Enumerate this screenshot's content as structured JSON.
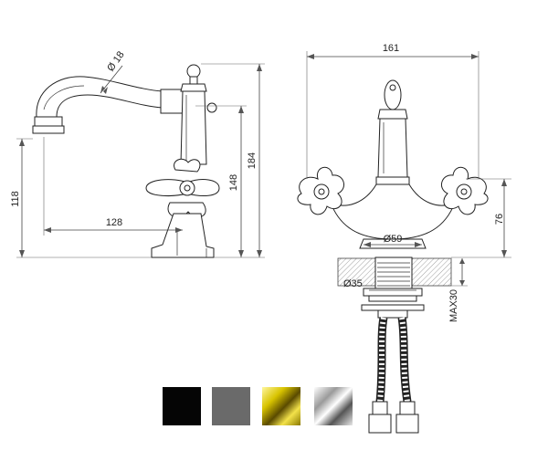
{
  "dimensions": {
    "side_view": {
      "spout_diameter": "Ø 18",
      "spout_height": "118",
      "spout_reach": "128",
      "handle_height": "148",
      "total_height": "184"
    },
    "front_view": {
      "total_width": "161",
      "base_diameter": "Ø59",
      "handle_height": "76",
      "thread_diameter": "Ø35",
      "max_deck": "MAX30"
    }
  },
  "finish_swatches": [
    {
      "name": "black",
      "color": "#050505"
    },
    {
      "name": "graphite",
      "color": "#6a6a6a"
    },
    {
      "name": "gold",
      "color": "#d8c300"
    },
    {
      "name": "chrome",
      "color": "#cfcfcf"
    }
  ],
  "colors": {
    "line": "#222222",
    "background": "#ffffff"
  }
}
